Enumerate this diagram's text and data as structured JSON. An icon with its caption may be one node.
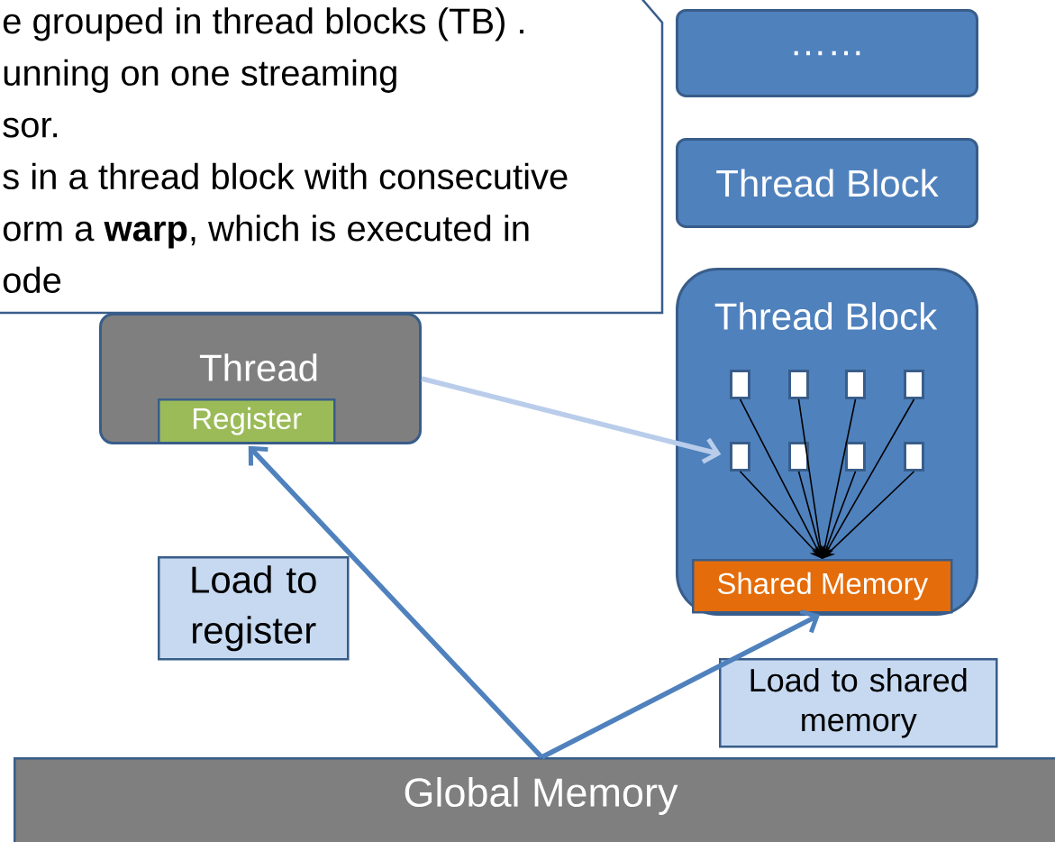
{
  "diagram": {
    "nodes": [
      {
        "text": [
          "e grouped in thread blocks (TB) .",
          "unning on one streaming",
          "sor.",
          "s in a thread block with consecutive",
          "orm a **warp**, which is executed in",
          "ode"
        ]
      },
      {
        "text": [
          "……"
        ]
      },
      {
        "text": [
          "Thread Block"
        ]
      },
      {
        "text": [
          "Thread Block"
        ]
      },
      {
        "text": [],
        "shape": "box",
        "in": 3
      },
      {
        "text": [],
        "shape": "box",
        "in": 3
      },
      {
        "text": [],
        "shape": "box",
        "in": 3
      },
      {
        "text": [],
        "shape": "box",
        "in": 3
      },
      {
        "text": [],
        "shape": "box",
        "in": 3
      },
      {
        "text": [],
        "shape": "box",
        "in": 3
      },
      {
        "text": [],
        "shape": "box",
        "in": 3
      },
      {
        "text": [],
        "shape": "box",
        "in": 3
      },
      {
        "text": [
          "Shared Memory"
        ],
        "in": 3
      },
      {
        "text": [
          "Thread"
        ]
      },
      {
        "text": [
          "Register"
        ],
        "in": 13
      },
      {
        "text": [
          "Load to register"
        ]
      },
      {
        "text": [
          "Load to shared memory"
        ]
      },
      {
        "text": [
          "Global Memory"
        ]
      }
    ],
    "edges": [
      {
        "from": 17,
        "to": 14,
        "arrow": "to",
        "style": "thick",
        "color": "#4f81bd"
      },
      {
        "from": 17,
        "to": 12,
        "arrow": "to",
        "style": "thick",
        "color": "#4f81bd"
      },
      {
        "from": 13,
        "to": 8,
        "arrow": "to",
        "style": "thick",
        "color": "#b9cdeb"
      },
      {
        "from": 4,
        "to": 12,
        "arrow": "to"
      },
      {
        "from": 5,
        "to": 12,
        "arrow": "to"
      },
      {
        "from": 6,
        "to": 12,
        "arrow": "to"
      },
      {
        "from": 7,
        "to": 12,
        "arrow": "to"
      },
      {
        "from": 8,
        "to": 12,
        "arrow": "to"
      },
      {
        "from": 9,
        "to": 12,
        "arrow": "to"
      },
      {
        "from": 10,
        "to": 12,
        "arrow": "to"
      },
      {
        "from": 11,
        "to": 12,
        "arrow": "to"
      }
    ]
  }
}
